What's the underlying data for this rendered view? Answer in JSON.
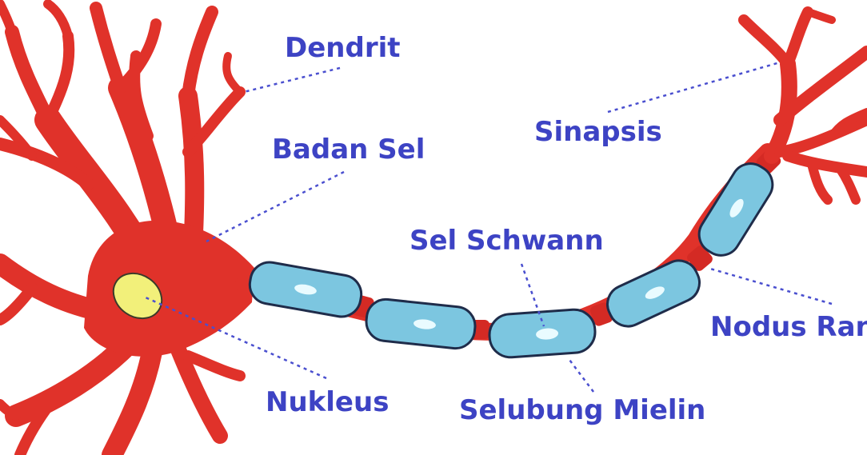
{
  "labels": {
    "dendrit": "Dendrit",
    "badan_sel": "Badan Sel",
    "sinapsis": "Sinapsis",
    "sel_schwann": "Sel Schwann",
    "nukleus": "Nukleus",
    "selubung_mielin": "Selubung Mielin",
    "nodus_ranvier": "Nodus Ranvier"
  },
  "colors": {
    "neuron": "#e0322a",
    "myelin": "#7cc6e0",
    "nucleus": "#f2f07a",
    "label": "#3d43c4"
  }
}
